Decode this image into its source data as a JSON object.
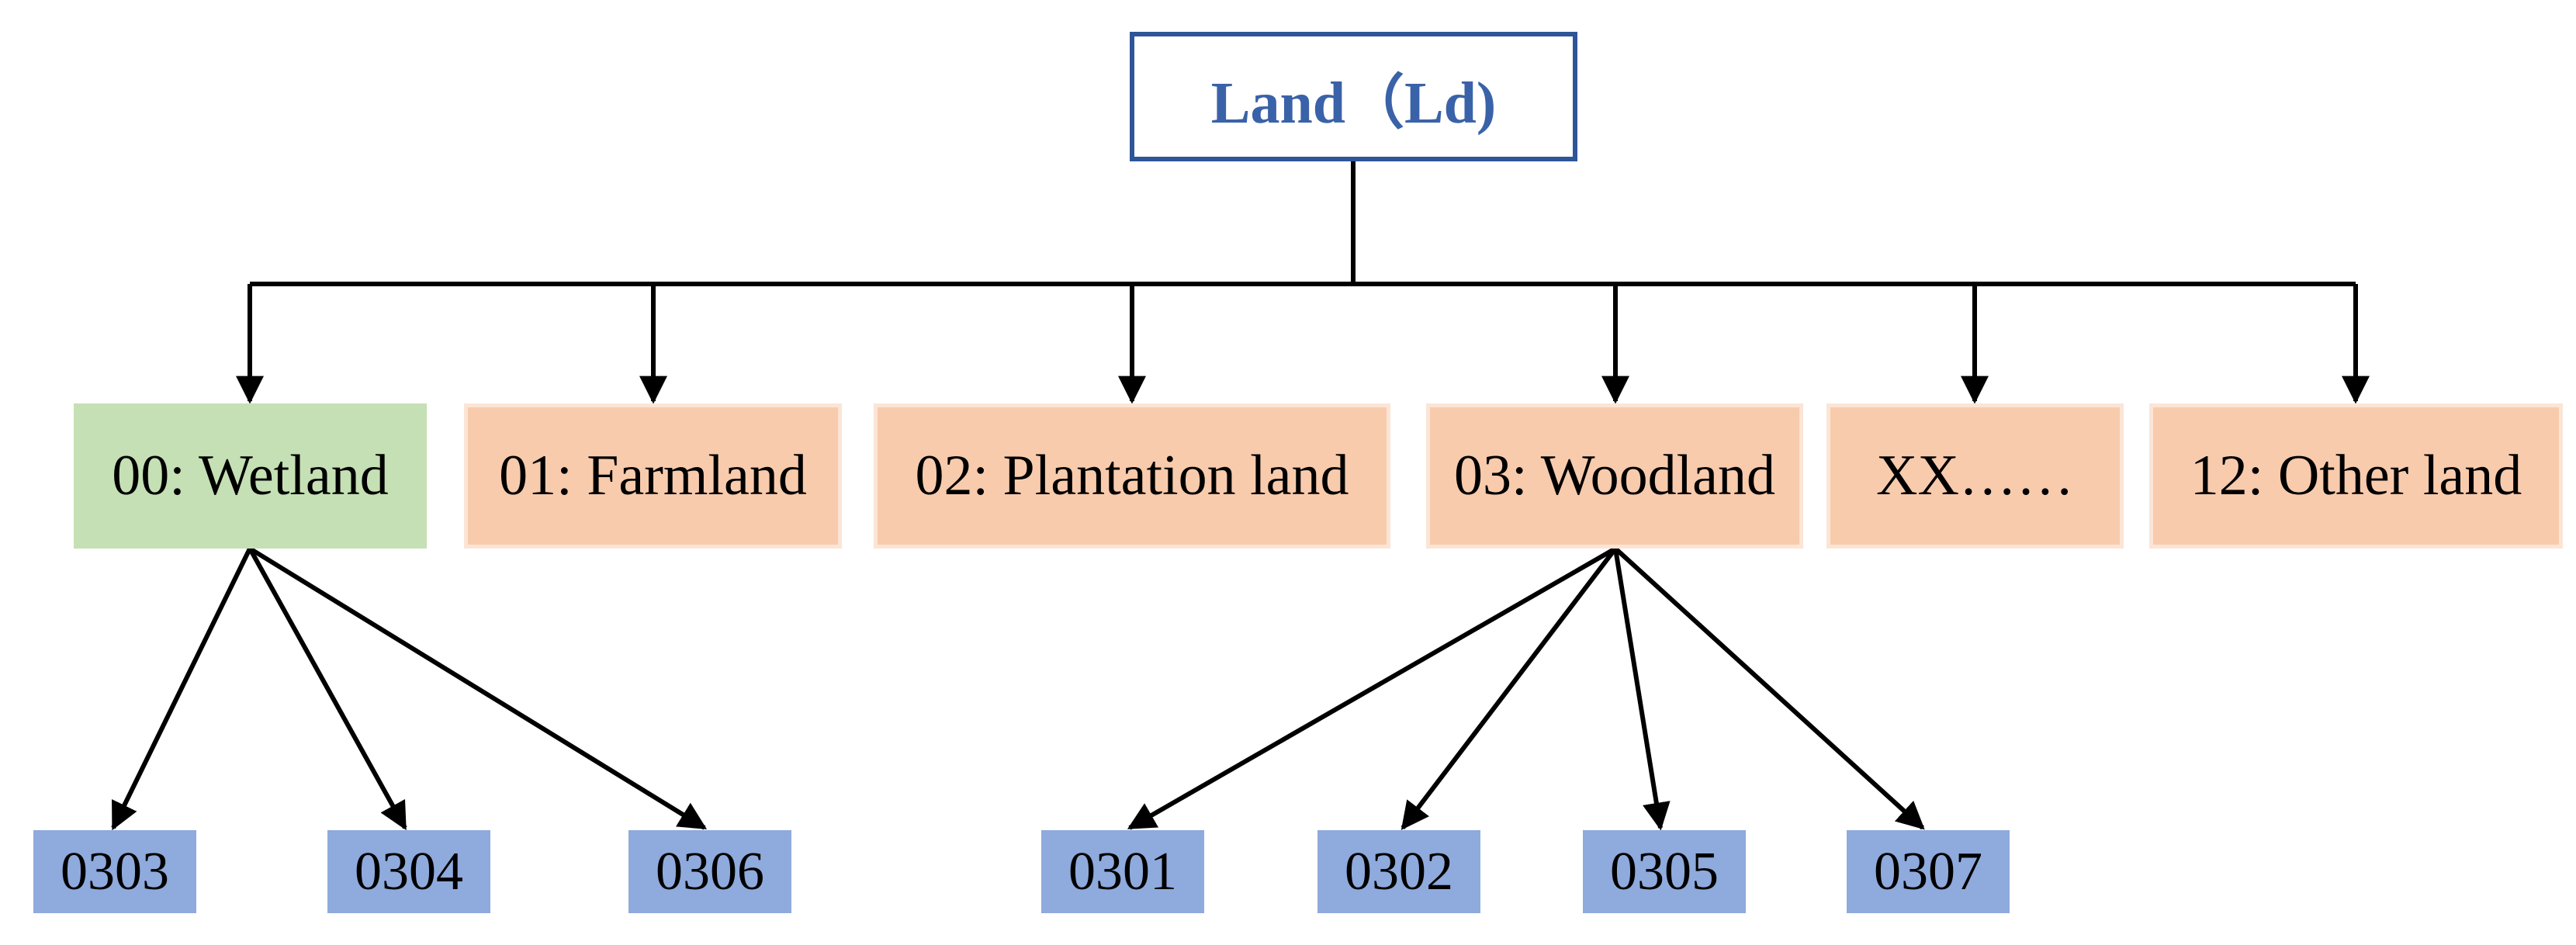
{
  "root": {
    "label": "Land（Ld)"
  },
  "categories": [
    {
      "label": "00: Wetland"
    },
    {
      "label": "01: Farmland"
    },
    {
      "label": "02: Plantation land"
    },
    {
      "label": "03: Woodland"
    },
    {
      "label": "XX……"
    },
    {
      "label": "12: Other land"
    }
  ],
  "wetland_children": [
    {
      "label": "0303"
    },
    {
      "label": "0304"
    },
    {
      "label": "0306"
    }
  ],
  "woodland_children": [
    {
      "label": "0301"
    },
    {
      "label": "0302"
    },
    {
      "label": "0305"
    },
    {
      "label": "0307"
    }
  ],
  "colors": {
    "root_border": "#2e5597",
    "root_text": "#3a62a8",
    "wetland_fill": "#c5e0b4",
    "category_fill": "#f8cbad",
    "leaf_fill": "#8faadc",
    "connector": "#000000"
  }
}
